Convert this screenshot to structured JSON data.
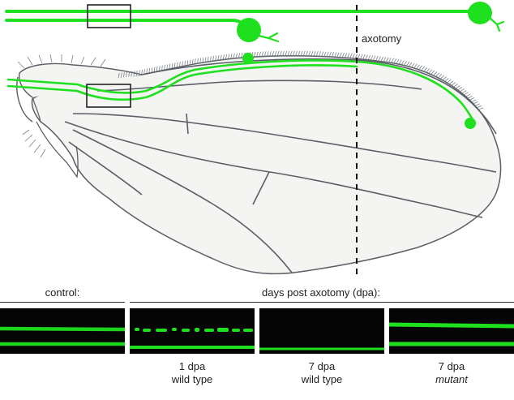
{
  "labels": {
    "axotomy": "axotomy",
    "control": "control:",
    "days_post_axotomy": "days post axotomy (dpa):"
  },
  "panels": [
    {
      "id": "control",
      "line1": "",
      "line2": ""
    },
    {
      "id": "1dpa-wt",
      "line1": "1 dpa",
      "line2": "wild type"
    },
    {
      "id": "7dpa-wt",
      "line1": "7 dpa",
      "line2": "wild type"
    },
    {
      "id": "7dpa-mutant",
      "line1": "7 dpa",
      "line2": "mutant"
    }
  ],
  "colors": {
    "axon_green": "#1fe01f",
    "wing_fill": "#f4f4f2",
    "vein_stroke": "#5a5f66",
    "panel_bg": "#050505",
    "cut_line": "#111111"
  }
}
